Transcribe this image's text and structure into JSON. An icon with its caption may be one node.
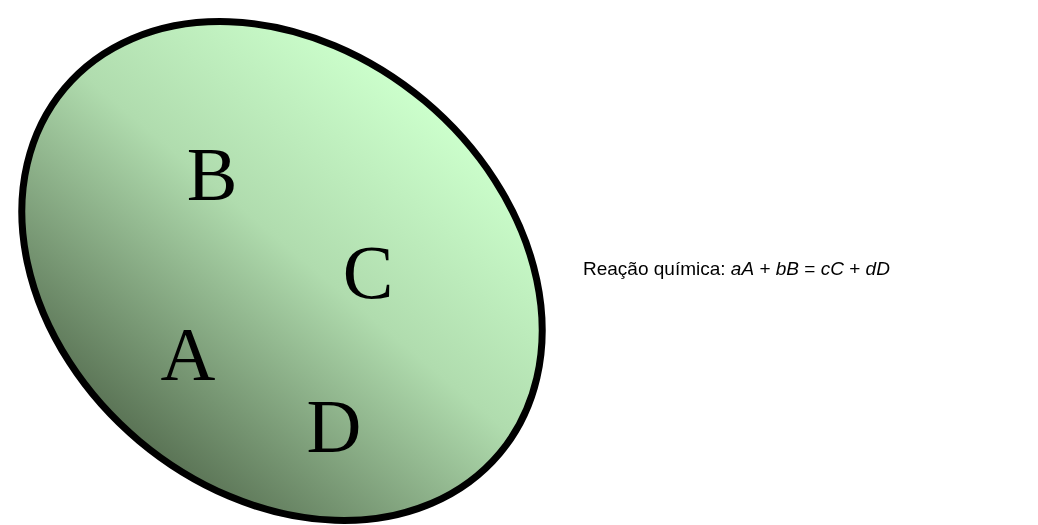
{
  "diagram": {
    "nodes": [
      {
        "text": [
          "B",
          "C",
          "A",
          "D"
        ]
      }
    ],
    "edges": [],
    "labels": [
      "Reação química: *aA* + *bB* = *cC* + *dD*"
    ]
  }
}
